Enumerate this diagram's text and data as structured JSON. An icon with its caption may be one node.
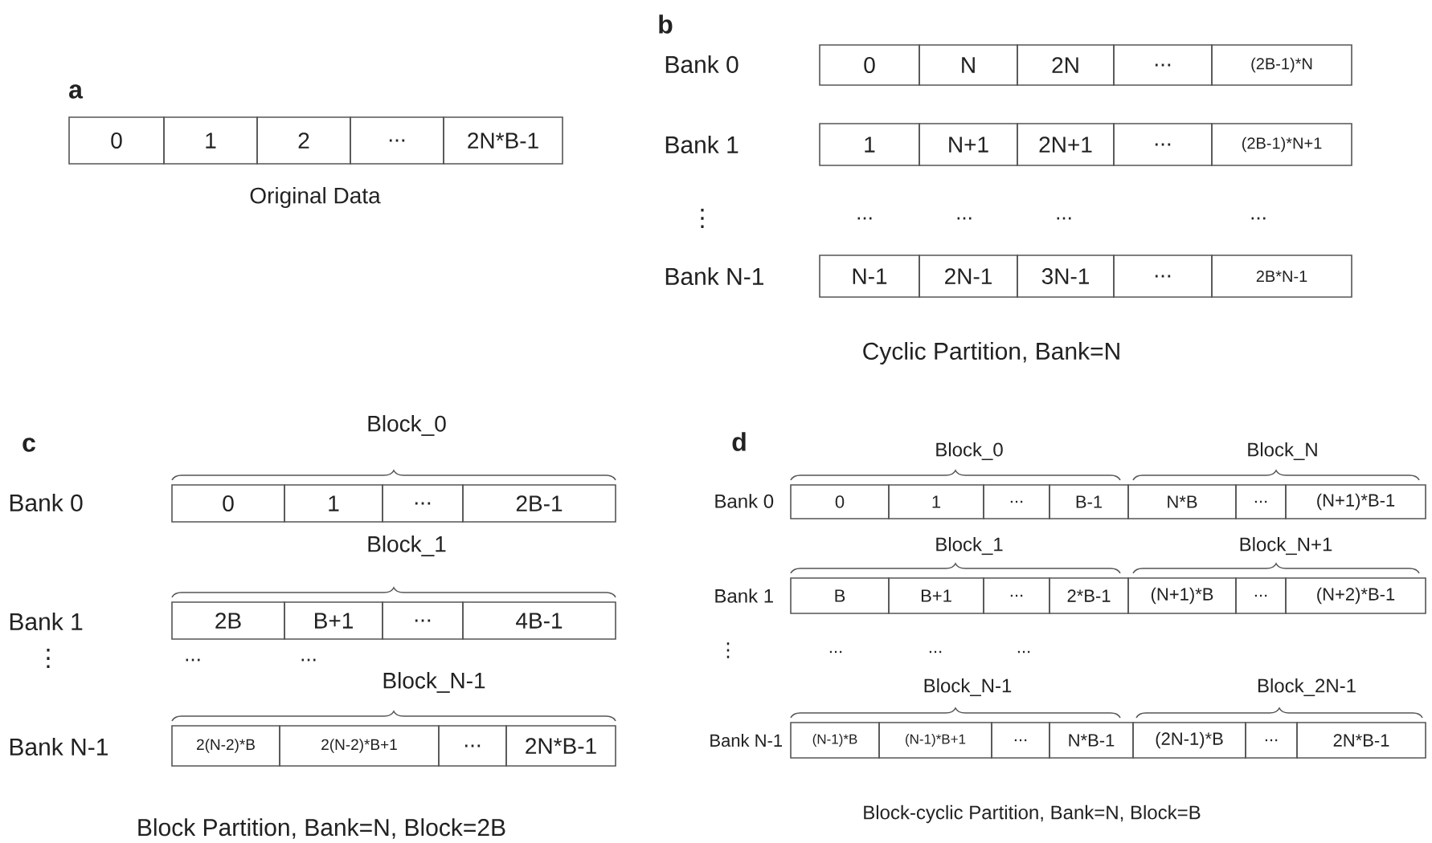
{
  "diagram": {
    "nodes": [
      {
        "text": [
          "0"
        ]
      },
      {
        "text": [
          "1"
        ]
      },
      {
        "text": [
          "2"
        ]
      },
      {
        "text": [
          "..."
        ]
      },
      {
        "text": [
          "2N*B-1"
        ]
      },
      {
        "text": [
          "0"
        ]
      },
      {
        "text": [
          "N"
        ]
      },
      {
        "text": [
          "2N"
        ]
      },
      {
        "text": [
          "..."
        ]
      },
      {
        "text": [
          "(2B-1)*N"
        ]
      },
      {
        "text": [
          "1"
        ]
      },
      {
        "text": [
          "N+1"
        ]
      },
      {
        "text": [
          "2N+1"
        ]
      },
      {
        "text": [
          "..."
        ]
      },
      {
        "text": [
          "(2B-1)*N+1"
        ]
      },
      {
        "text": [
          "N-1"
        ]
      },
      {
        "text": [
          "2N-1"
        ]
      },
      {
        "text": [
          "3N-1"
        ]
      },
      {
        "text": [
          "..."
        ]
      },
      {
        "text": [
          "2B*N-1"
        ]
      },
      {
        "text": [
          "0"
        ]
      },
      {
        "text": [
          "1"
        ]
      },
      {
        "text": [
          "..."
        ]
      },
      {
        "text": [
          "2B-1"
        ]
      },
      {
        "text": [
          "2B"
        ]
      },
      {
        "text": [
          "B+1"
        ]
      },
      {
        "text": [
          "..."
        ]
      },
      {
        "text": [
          "4B-1"
        ]
      },
      {
        "text": [
          "2(N-2)*B"
        ]
      },
      {
        "text": [
          "2(N-2)*B+1"
        ]
      },
      {
        "text": [
          "..."
        ]
      },
      {
        "text": [
          "2N*B-1"
        ]
      },
      {
        "text": [
          "0"
        ]
      },
      {
        "text": [
          "1"
        ]
      },
      {
        "text": [
          "..."
        ]
      },
      {
        "text": [
          "B-1"
        ]
      },
      {
        "text": [
          "N*B"
        ]
      },
      {
        "text": [
          "..."
        ]
      },
      {
        "text": [
          "(N+1)*B-1"
        ]
      },
      {
        "text": [
          "B"
        ]
      },
      {
        "text": [
          "B+1"
        ]
      },
      {
        "text": [
          "..."
        ]
      },
      {
        "text": [
          "2*B-1"
        ]
      },
      {
        "text": [
          "(N+1)*B"
        ]
      },
      {
        "text": [
          "..."
        ]
      },
      {
        "text": [
          "(N+2)*B-1"
        ]
      },
      {
        "text": [
          "(N-1)*B"
        ]
      },
      {
        "text": [
          "(N-1)*B+1"
        ]
      },
      {
        "text": [
          "..."
        ]
      },
      {
        "text": [
          "N*B-1"
        ]
      },
      {
        "text": [
          "(2N-1)*B"
        ]
      },
      {
        "text": [
          "..."
        ]
      },
      {
        "text": [
          "2N*B-1"
        ]
      }
    ],
    "labels": [
      "a",
      "Original Data",
      "b",
      "Bank 0",
      "Bank 1",
      "⋮",
      "...",
      "...",
      "...",
      "...",
      "Bank N-1",
      "Cyclic Partition, Bank=N",
      "c",
      "Block_0",
      "Bank 0",
      "Block_1",
      "Bank 1",
      "⋮",
      "...",
      "...",
      "Block_N-1",
      "Bank N-1",
      "Block Partition, Bank=N, Block=2B",
      "d",
      "Block_0",
      "Block_N",
      "Bank 0",
      "Block_1",
      "Block_N+1",
      "Bank 1",
      "⋮",
      "...",
      "...",
      "...",
      "Block_N-1",
      "Block_2N-1",
      "Bank N-1",
      "Block-cyclic Partition, Bank=N, Block=B"
    ]
  }
}
